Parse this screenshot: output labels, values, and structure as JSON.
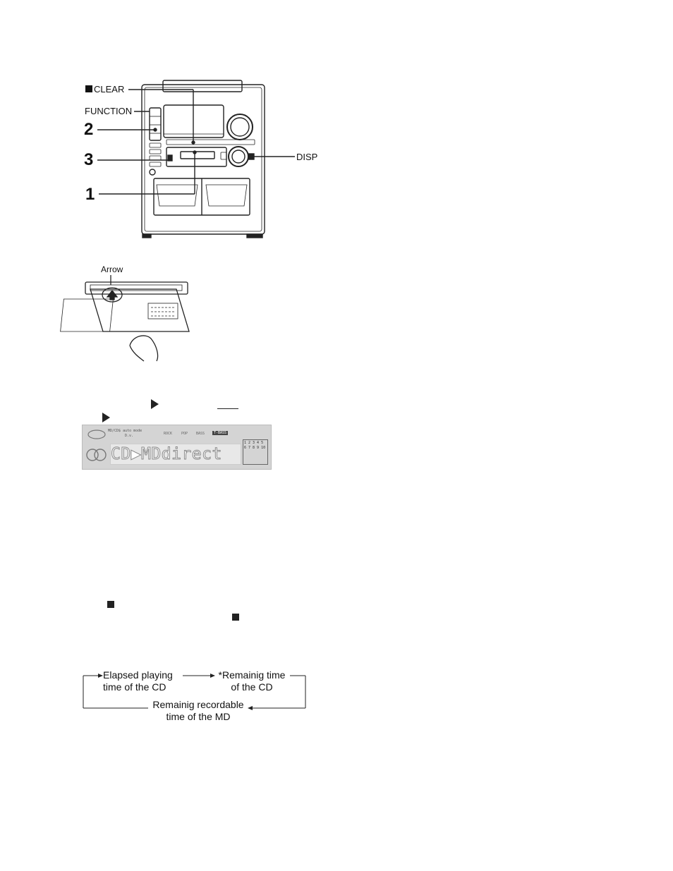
{
  "stereo_diagram": {
    "labels": {
      "clear": "CLEAR",
      "function": "FUNCTION",
      "step2": "2",
      "step3": "3",
      "step1": "1",
      "disp": "DISP"
    }
  },
  "md_insert_diagram": {
    "arrow_label": "Arrow"
  },
  "display_panel": {
    "top_labels": {
      "mode_line1": "MD/CD$ auto mode",
      "mode_line2": "D.v.",
      "rock": "ROCK",
      "pop": "POP",
      "bass": "BASS",
      "tuner": "T-BASS"
    },
    "main_text": "CD▶MDdirect",
    "track_grid": "1 2 3 4 5\n6 7 8 9 10"
  },
  "flow_diagram": {
    "elapsed_line1": "Elapsed playing",
    "elapsed_line2": "time of the CD",
    "remaining_line1": "*Remainig time",
    "remaining_line2": "of the CD",
    "recordable_line1": "Remainig recordable",
    "recordable_line2": "time of the MD"
  }
}
